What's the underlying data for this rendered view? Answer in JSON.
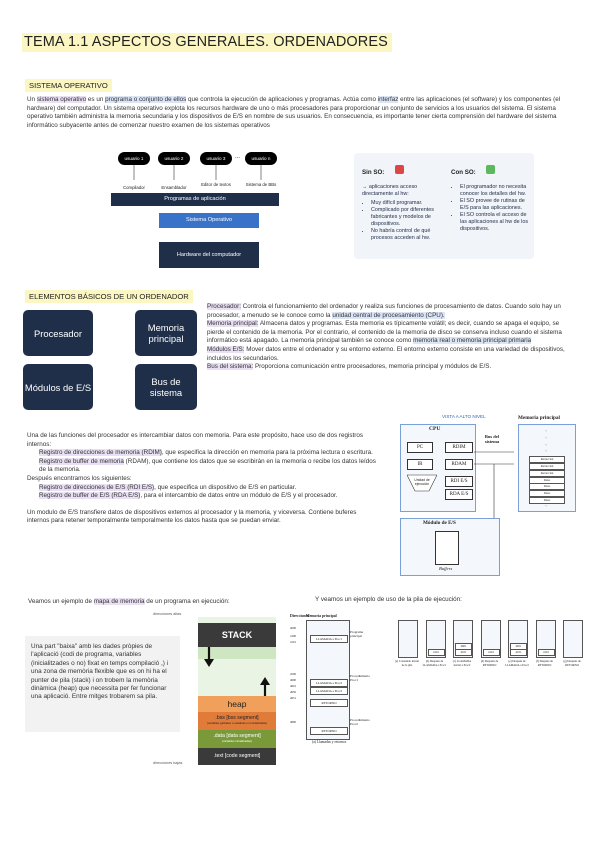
{
  "title": "TEMA 1.1 ASPECTOS GENERALES. ORDENADORES",
  "section1": {
    "heading": "SISTEMA OPERATIVO",
    "paragraph": [
      {
        "t": "Un "
      },
      {
        "t": "sistema operativo",
        "c": "hl-purple"
      },
      {
        "t": " es un "
      },
      {
        "t": "programa o conjunto de ellos",
        "c": "hl-blue"
      },
      {
        "t": " que controla la ejecución de aplicaciones y programas. Actúa como "
      },
      {
        "t": "interfaz",
        "c": "hl-blue"
      },
      {
        "t": " entre las aplicaciones (el software) y los componentes (el hardware) del computador. Un sistema operativo explota los recursos hardware de uno o más procesadores para proporcionar un conjunto de servicios a los usuarios del sistema. El sistema operativo también administra la memoria secundaria y los dispositivos de E/S en nombre de sus usuarios. En consecuencia, es importante tener cierta comprensión del hardware del sistema informático subyacente antes de comenzar nuestro examen de los sistemas operativos"
      }
    ]
  },
  "diagram1": {
    "users": [
      "usuario 1",
      "usuario 2",
      "usuario 3",
      "usuario n"
    ],
    "tools": [
      "Compilador",
      "Ensamblador",
      "Editor de textos",
      "Sistema de BBs"
    ],
    "apps": "Programas de aplicación",
    "os": "Sistema Operativo",
    "hw": "Hardware del computador",
    "dots": "...",
    "colors": {
      "dark": "#1f2f4a",
      "mid": "#2b5fae",
      "os": "#3873c9"
    }
  },
  "compare": {
    "without": {
      "title": "Sin SO:",
      "lead": "→ aplicaciones acceso directamente al hw:",
      "items": [
        "Muy difícil programar.",
        "Complicado por diferentes fabricantes y modelos de dispositivos.",
        "No habría control de qué procesos acceden al hw."
      ]
    },
    "with": {
      "title": "Con SO:",
      "items": [
        "El programador no necesita conocer los detalles del hw.",
        "El SO provee de rutinas de E/S para las aplicaciones.",
        "El SO controla el acceso de las aplicaciones al hw de los dispositivos."
      ]
    }
  },
  "section2": {
    "heading": "ELEMENTOS BÁSICOS DE UN ORDENADOR",
    "boxes": [
      "Procesador",
      "Memoria principal",
      "Módulos de E/S",
      "Bus de sistema"
    ],
    "definitions": [
      [
        {
          "t": "Procesador:",
          "c": "hl-purple"
        },
        {
          "t": " Controla el funcionamiento del ordenador y realiza sus funciones de procesamiento de datos. Cuando solo hay un procesador, a menudo se le conoce como la "
        },
        {
          "t": "unidad central de procesamiento (CPU).",
          "c": "hl-blue"
        }
      ],
      [
        {
          "t": "Memoria principal:",
          "c": "hl-purple"
        },
        {
          "t": " Almacena datos y programas. Esta memoria es típicamente volátil; es decir, cuando se apaga el equipo, se pierde el contenido de la memoria. Por el contrario, el contenido de la memoria de disco se conserva incluso cuando el sistema informático está apagado. La memoria principal también se conoce como "
        },
        {
          "t": "memoria real o memoria principal primaria",
          "c": "hl-blue"
        }
      ],
      [
        {
          "t": "Módulos E/S:",
          "c": "hl-purple"
        },
        {
          "t": " Mover datos entre el ordenador y su entorno externo. El entorno externo consiste en una variedad de dispositivos, incluidos los secundarios."
        }
      ],
      [
        {
          "t": "Bus del sistema:",
          "c": "hl-purple"
        },
        {
          "t": " Proporciona comunicación entre procesadores, memoria principal y módulos de E/S."
        }
      ]
    ]
  },
  "section3": {
    "intro": "Una de las funciones del procesador es intercambiar datos con memoria. Para este propósito, hace uso de dos registros internos:",
    "r1": [
      {
        "t": "Registro de direcciones de memoria (RDIM)",
        "c": "hl-purple"
      },
      {
        "t": ", que especifica la dirección en memoria para la próxima lectura o escritura."
      }
    ],
    "r2": [
      {
        "t": "Registro de buffer de memoria",
        "c": "hl-purple"
      },
      {
        "t": " (RDAM), que contiene los datos que se escribirán en la memoria o recibe los datos leídos de la memoria."
      }
    ],
    "more": "Después encontramos los siguientes:",
    "r3": [
      {
        "t": "Registro de direcciones de E/S (RDI E/S)",
        "c": "hl-purple"
      },
      {
        "t": ", que especifica un dispositivo de E/S en particular."
      }
    ],
    "r4": [
      {
        "t": "Registro de buffer de E/S (RDA E/S)",
        "c": "hl-purple"
      },
      {
        "t": ", para el intercambio de datos entre un módulo de E/S y el procesador."
      }
    ],
    "io": "Un modulo de E/S transfiere datos de dispositivos externos al procesador y la memoria, y viceversa. Contiene buferes internos para retener temporalmente temporalmente los datos hasta que se puedan enviar."
  },
  "arch": {
    "caption": "VISTA A ALTO NIVEL",
    "cpu": "CPU",
    "regs": [
      "PC",
      "RDIM",
      "IR",
      "RDAM",
      "RDI E/S",
      "RDA E/S"
    ],
    "exec": "Unidad de ejecución",
    "bus": "Bus del sistema",
    "mem": "Memoria principal",
    "memrows": [
      "Instrucción",
      "Instrucción",
      "Instrucción",
      "Datos",
      "Datos",
      "Datos",
      "Datos"
    ],
    "io": "Módulo de E/S",
    "buffers": "Buffers",
    "dots": "•"
  },
  "section4": {
    "left_caption": [
      {
        "t": "Veamos un ejemplo de "
      },
      {
        "t": "mapa de memoria",
        "c": "hl-purple"
      },
      {
        "t": " de un programa en ejecución:"
      }
    ],
    "right_caption": "Y veamos un ejemplo de uso de la pila de ejecución:",
    "note": "Una part \"baixa\" amb les dades pròpies de l'aplicació (codi de programa, variables (inicialitzades o no) fixat en temps compilació ,) i una zona de memòria flexible que es on hi ha el punter de pila (stack) i on trobem la memòria dinàmica (heap) que necessita per fer funcionar una aplicació. Entre mitges trobarem sa pila.",
    "map": {
      "top_label": "direcciones altas",
      "bottom_label": "direcciones bajas",
      "stack": "STACK",
      "heap": "heap",
      "bss": ".bss [bss segment]",
      "bss_sub": "(variables globales o estáticas no inicializadas)",
      "data": ".data [data segment]",
      "data_sub": "(variables inicializadas)",
      "text": ".text [code segment]"
    },
    "stackdiag": {
      "col1": "Direcciones",
      "col2": "Memoria principal",
      "addrs": [
        "4000",
        "4100",
        "4101",
        "4500",
        "4600",
        "4601",
        "4650",
        "4651",
        "4800"
      ],
      "cells": [
        "LLAMADA a Proc1",
        "LLAMADA a Proc2",
        "RETORNO",
        "RETORNO"
      ],
      "labels": [
        "Programa principal",
        "Procedimiento Proc1",
        "Procedimiento Proc2"
      ],
      "caption": "(a) Llamadas y retornos",
      "stacks": [
        "(a) Contenido inicial de la pila",
        "(b) Después de LLAMADA a Proc1",
        "(c) LLAMADA inicial a Proc2",
        "(d) Después de RETORNO",
        "(e) Después de LLAMADA a Proc2",
        "(f) Después de RETORNO",
        "(g) Después de RETORNO"
      ],
      "vals": [
        [],
        [
          "4101"
        ],
        [
          "4601",
          "4101"
        ],
        [
          "4101"
        ],
        [
          "4651",
          "4101"
        ],
        [
          "4101"
        ],
        []
      ]
    }
  }
}
